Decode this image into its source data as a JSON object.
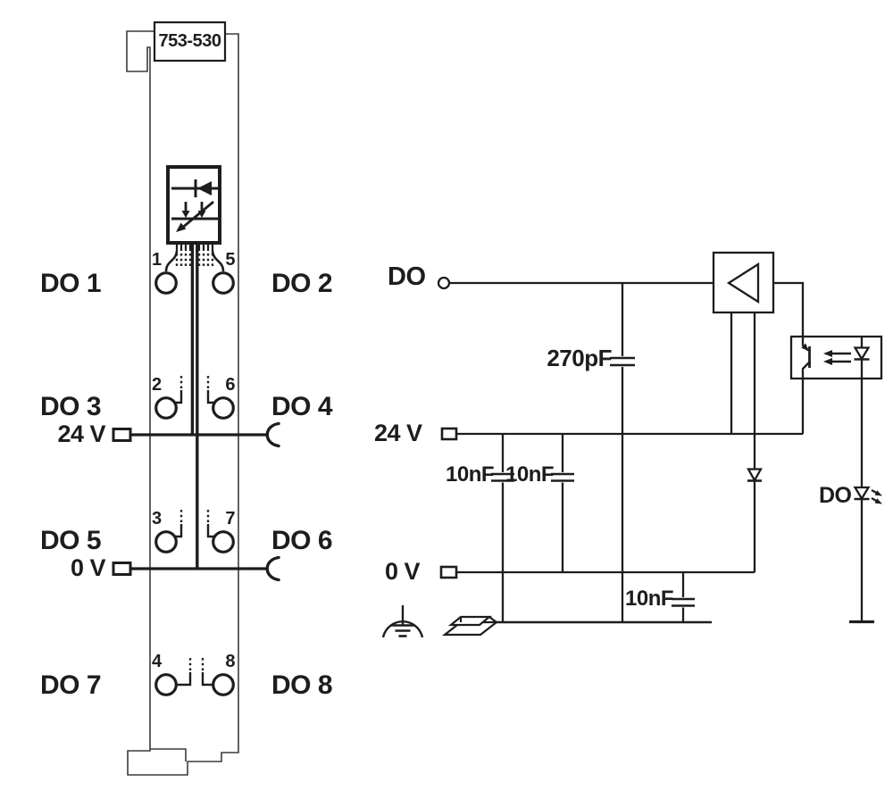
{
  "module": {
    "part_number": "753-530",
    "channel_labels": [
      "DO 1",
      "DO 2",
      "DO 3",
      "DO 4",
      "DO 5",
      "DO 6",
      "DO 7",
      "DO 8"
    ],
    "terminal_numbers": [
      "1",
      "5",
      "2",
      "6",
      "3",
      "7",
      "4",
      "8"
    ],
    "supply_24v": "24 V",
    "supply_0v": "0 V"
  },
  "schematic": {
    "input_label": "DO",
    "filter_cap": "270pF",
    "supply_caps": [
      "10nF",
      "10nF"
    ],
    "ground_cap": "10nF",
    "rail_24v": "24 V",
    "rail_0v": "0 V",
    "status_led_label": "DO"
  },
  "colors": {
    "line": "#1d1d1b",
    "outline": "#3c3c3c",
    "background": "#ffffff"
  }
}
